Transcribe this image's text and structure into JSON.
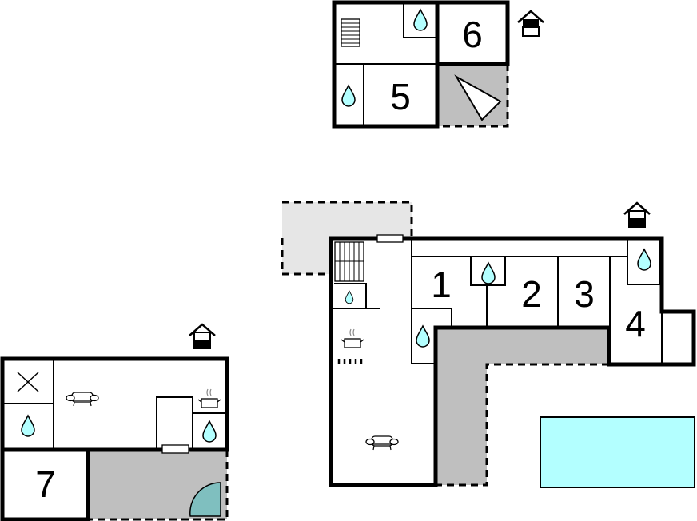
{
  "colors": {
    "terrace": "#bfbfbf",
    "light_terrace": "#e6e6e6",
    "water_drop": "#b3ffff",
    "pool": "#b3ffff",
    "door": "#7fbfbf",
    "wall": "#000000"
  },
  "buildings": {
    "top": {
      "rooms": [
        {
          "label": "6"
        },
        {
          "label": "5"
        }
      ],
      "icons": [
        "stairs-icon",
        "bathroom-drop-icon",
        "bathroom-drop-icon",
        "tent-icon",
        "entrance-house-icon"
      ]
    },
    "main": {
      "rooms": [
        {
          "label": "1"
        },
        {
          "label": "2"
        },
        {
          "label": "3"
        },
        {
          "label": "4"
        }
      ],
      "icons": [
        "stairs-icon",
        "bathroom-drop-icon",
        "kitchen-pot-icon",
        "stove-icon",
        "sofa-icon",
        "entrance-house-icon",
        "pool"
      ]
    },
    "left": {
      "rooms": [
        {
          "label": "7"
        }
      ],
      "icons": [
        "x-mark-icon",
        "bathroom-drop-icon",
        "sofa-icon",
        "kitchen-pot-icon",
        "door-swing-icon",
        "entrance-house-icon"
      ]
    }
  }
}
